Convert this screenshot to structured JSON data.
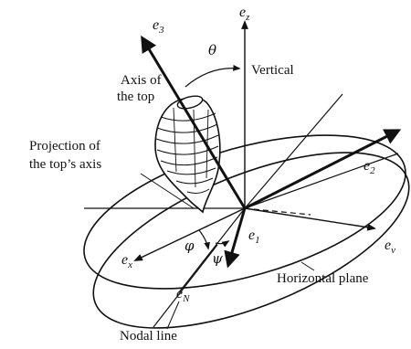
{
  "labels": {
    "ez": "e",
    "ez_sub": "z",
    "e3": "e",
    "e3_sub": "3",
    "e2": "e",
    "e2_sub": "2",
    "e1": "e",
    "e1_sub": "1",
    "ex": "e",
    "ex_sub": "x",
    "ev": "e",
    "ev_sub": "v",
    "eN": "e",
    "eN_sub": "N",
    "theta": "θ",
    "phi": "φ",
    "psi": "ψ",
    "axis_top_1": "Axis of",
    "axis_top_2": "the top",
    "vertical": "Vertical",
    "projection_1": "Projection of",
    "projection_2": "the top’s axis",
    "horizontal_plane": "Horizontal plane",
    "nodal_line": "Nodal line"
  }
}
